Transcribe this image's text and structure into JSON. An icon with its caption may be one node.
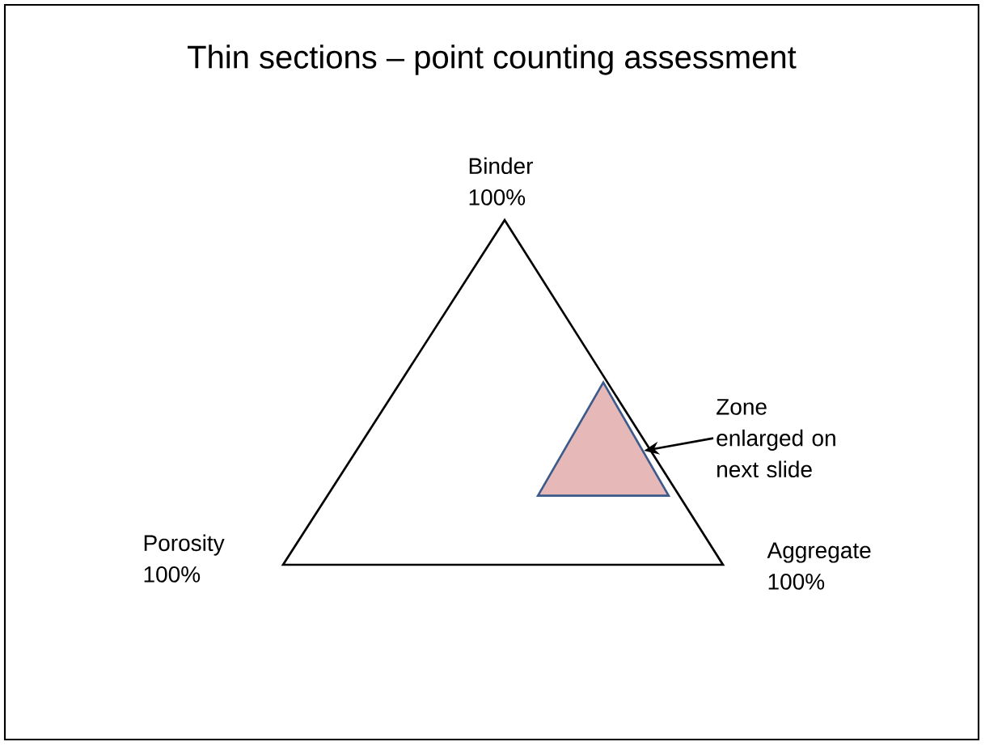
{
  "diagram": {
    "title": "Thin sections – point counting assessment",
    "nodes": [
      {
        "text": [
          "Zone enlarged on next slide"
        ]
      },
      {
        "text": [],
        "shape": "triangle"
      }
    ],
    "edges": [
      {
        "from": 0,
        "to": 1,
        "arrow": "to"
      }
    ],
    "labels": [
      "Binder 100%",
      "Porosity 100%",
      "Aggregate 100%"
    ]
  }
}
